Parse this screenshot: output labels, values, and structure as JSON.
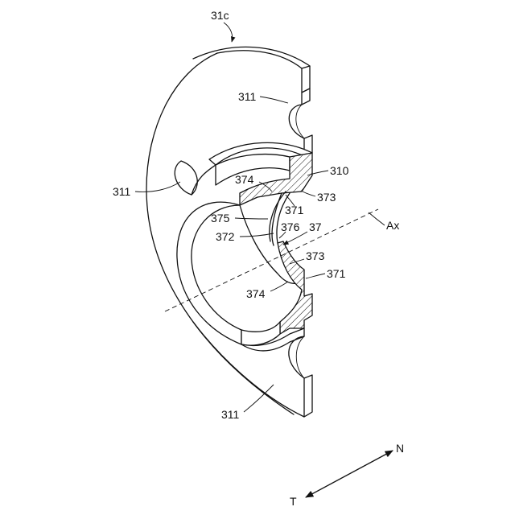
{
  "labels": {
    "part": "31c",
    "recess_top": "311",
    "recess_left": "311",
    "recess_bottom": "311",
    "flange": "310",
    "face_upper": "374",
    "face_lower": "374",
    "edge_upper_371": "371",
    "edge_upper_373": "373",
    "edge_lower_373": "373",
    "edge_lower_371": "371",
    "surface_375": "375",
    "surface_372": "372",
    "surface_376": "376",
    "portion_37": "37",
    "axis": "Ax",
    "dir_n": "N",
    "dir_t": "T"
  }
}
